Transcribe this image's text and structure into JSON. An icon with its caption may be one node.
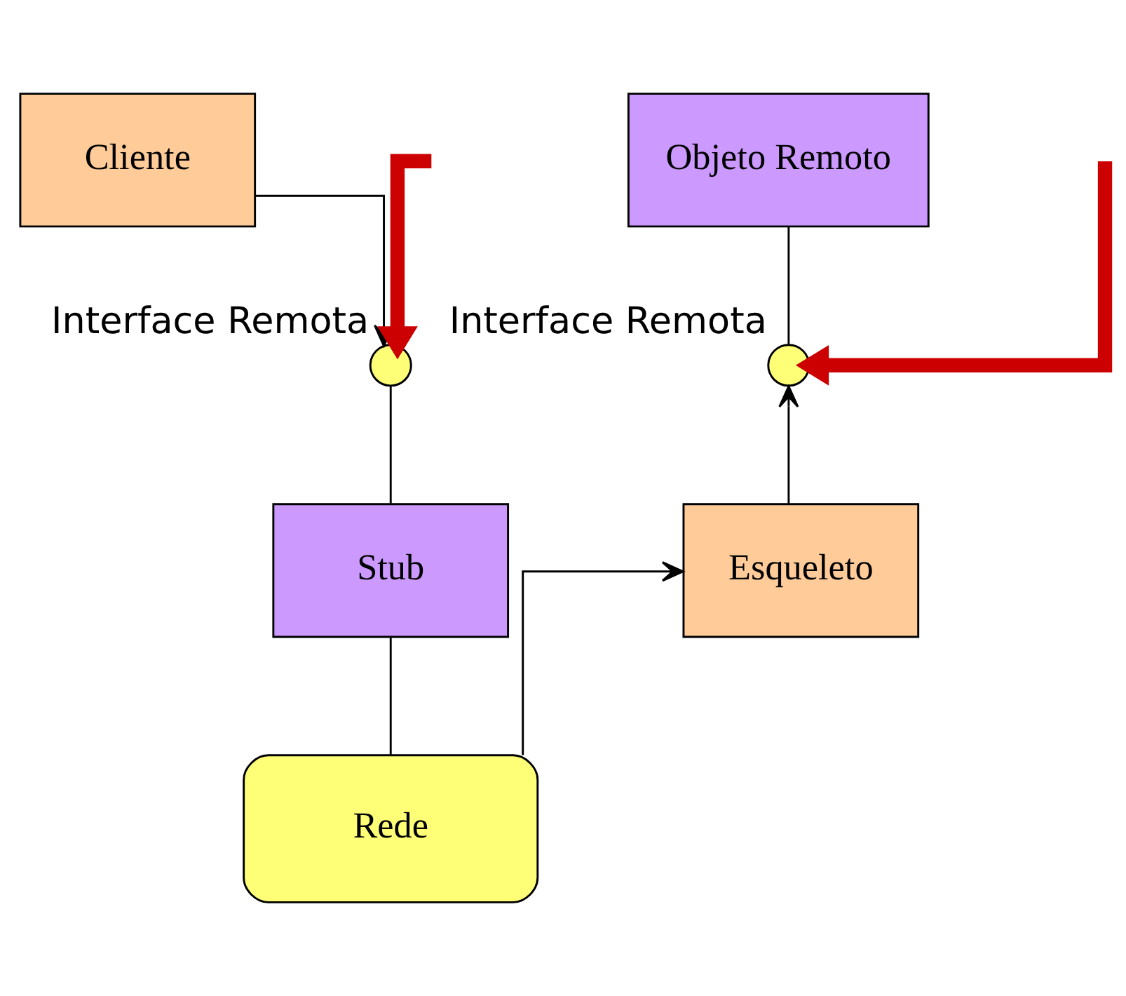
{
  "diagram": {
    "nodes": [
      {
        "text": [
          "Cliente"
        ]
      },
      {
        "text": [
          "Objeto Remoto"
        ]
      },
      {
        "text": [],
        "shape": "circle",
        "beside": [
          "Interface Remota"
        ]
      },
      {
        "text": [],
        "shape": "circle",
        "beside": [
          "Interface Remota"
        ]
      },
      {
        "text": [
          "Stub"
        ]
      },
      {
        "text": [
          "Esqueleto"
        ]
      },
      {
        "text": [
          "Rede"
        ]
      }
    ],
    "edges": [
      {
        "from": 0,
        "to": 2,
        "arrow": "to"
      },
      {
        "from": 2,
        "to": 4,
        "arrow": "none"
      },
      {
        "from": 1,
        "to": 3,
        "arrow": "none"
      },
      {
        "from": 5,
        "to": 3,
        "arrow": "to"
      },
      {
        "from": 4,
        "to": 6,
        "arrow": "none"
      },
      {
        "from": 6,
        "to": 5,
        "arrow": "to"
      },
      {
        "from": null,
        "to": 2,
        "arrow": "to",
        "style": "thick",
        "color": "#cc0000"
      },
      {
        "from": null,
        "to": 3,
        "arrow": "to",
        "style": "thick",
        "color": "#cc0000"
      }
    ]
  }
}
